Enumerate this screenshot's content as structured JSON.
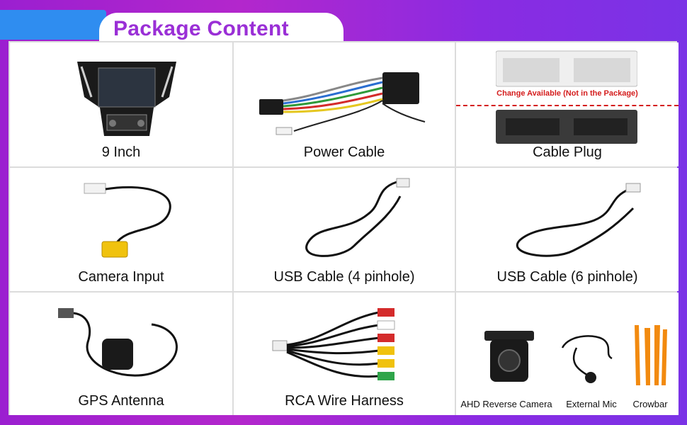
{
  "header": {
    "title": "Package Content"
  },
  "items": [
    {
      "label": "9 Inch"
    },
    {
      "label": "Power Cable"
    },
    {
      "label": "Cable Plug",
      "note": "Change Available (Not in the Package)"
    },
    {
      "label": "Camera Input"
    },
    {
      "label": "USB Cable (4 pinhole)"
    },
    {
      "label": "USB Cable (6 pinhole)"
    },
    {
      "label": "GPS Antenna"
    },
    {
      "label": "RCA Wire Harness"
    },
    {
      "label": "AHD Reverse Camera"
    },
    {
      "label": "External Mic"
    },
    {
      "label": "Crowbar"
    }
  ],
  "colors": {
    "accent": "#9a2fd6",
    "tab_blue": "#2f8df0",
    "note_red": "#d41d1d"
  }
}
